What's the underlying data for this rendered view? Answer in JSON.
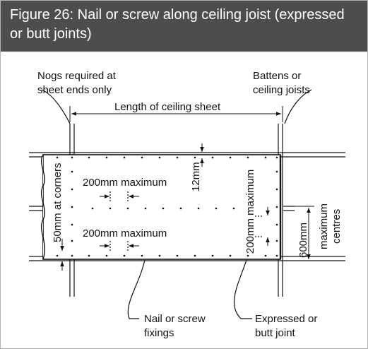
{
  "figure": {
    "number": "Figure 26:",
    "title": "Nail or screw along ceiling joist (expressed or butt joints)"
  },
  "labels": {
    "nogs_line1": "Nogs required at",
    "nogs_line2": "sheet ends only",
    "battens_line1": "Battens or",
    "battens_line2": "ceiling joists",
    "length_of_sheet": "Length of ceiling sheet",
    "dim_12mm": "12mm",
    "spacing_upper": "200mm maximum",
    "spacing_lower": "200mm maximum",
    "corners": "50mm at corners",
    "vertical_spacing": "200mm maximum",
    "dim_600mm": "600mm",
    "max_line1": "maximum",
    "max_line2": "centres",
    "fixings_line1": "Nail or screw",
    "fixings_line2": "fixings",
    "joint_line1": "Expressed or",
    "joint_line2": "butt joint"
  },
  "colors": {
    "header_bg": "#4d4d4d",
    "header_text": "#ffffff",
    "line": "#111111"
  }
}
